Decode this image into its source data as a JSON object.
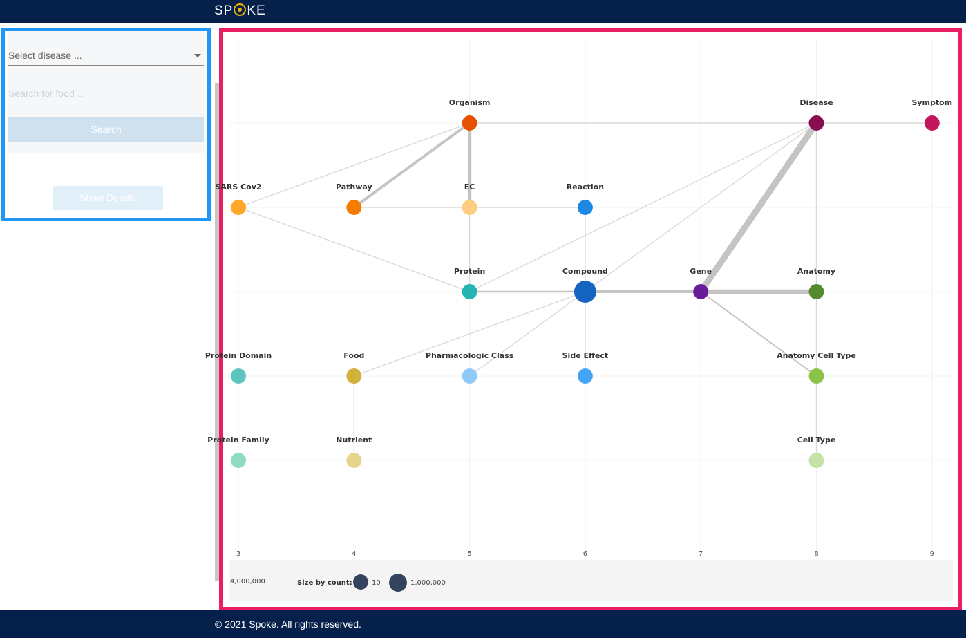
{
  "header": {
    "logo_text_left": "SP",
    "logo_text_right": "KE"
  },
  "sidebar": {
    "disease_select": {
      "selected": "Select disease ..."
    },
    "food_search": {
      "placeholder": "Search for food ..."
    },
    "search_label": "Search",
    "details_label": "Show Details",
    "border_color": "#2196f3"
  },
  "graph": {
    "border_color": "#e91e63",
    "x_ticks": [
      "3",
      "4",
      "5",
      "6",
      "7",
      "8",
      "9"
    ],
    "nodes": [
      {
        "id": "organism",
        "label": "Organism",
        "x": 5,
        "y": 0,
        "color": "#e65100",
        "size": "small"
      },
      {
        "id": "disease",
        "label": "Disease",
        "x": 8,
        "y": 0,
        "color": "#880e4f",
        "size": "small"
      },
      {
        "id": "symptom",
        "label": "Symptom",
        "x": 9,
        "y": 0,
        "color": "#c2185b",
        "size": "small"
      },
      {
        "id": "sars",
        "label": "SARS Cov2",
        "x": 3,
        "y": 1,
        "color": "#ffa726",
        "size": "small"
      },
      {
        "id": "pathway",
        "label": "Pathway",
        "x": 4,
        "y": 1,
        "color": "#f57c00",
        "size": "small"
      },
      {
        "id": "ec",
        "label": "EC",
        "x": 5,
        "y": 1,
        "color": "#ffcc80",
        "size": "small"
      },
      {
        "id": "reaction",
        "label": "Reaction",
        "x": 6,
        "y": 1,
        "color": "#1e88e5",
        "size": "small"
      },
      {
        "id": "protein",
        "label": "Protein",
        "x": 5,
        "y": 2,
        "color": "#26b5b0",
        "size": "small"
      },
      {
        "id": "compound",
        "label": "Compound",
        "x": 6,
        "y": 2,
        "color": "#1565c0",
        "size": "large"
      },
      {
        "id": "gene",
        "label": "Gene",
        "x": 7,
        "y": 2,
        "color": "#6a1b9a",
        "size": "small"
      },
      {
        "id": "anatomy",
        "label": "Anatomy",
        "x": 8,
        "y": 2,
        "color": "#558b2f",
        "size": "small"
      },
      {
        "id": "proteindomain",
        "label": "Protein Domain",
        "x": 3,
        "y": 3,
        "color": "#5ec4c0",
        "size": "small"
      },
      {
        "id": "food",
        "label": "Food",
        "x": 4,
        "y": 3,
        "color": "#d4b13a",
        "size": "small"
      },
      {
        "id": "pharm",
        "label": "Pharmacologic Class",
        "x": 5,
        "y": 3,
        "color": "#90caf9",
        "size": "small"
      },
      {
        "id": "sideeffect",
        "label": "Side Effect",
        "x": 6,
        "y": 3,
        "color": "#42a5f5",
        "size": "small"
      },
      {
        "id": "anatomycell",
        "label": "Anatomy Cell Type",
        "x": 8,
        "y": 3,
        "color": "#8bc34a",
        "size": "small"
      },
      {
        "id": "proteinfamily",
        "label": "Protein Family",
        "x": 3,
        "y": 4,
        "color": "#8fdcc0",
        "size": "small"
      },
      {
        "id": "nutrient",
        "label": "Nutrient",
        "x": 4,
        "y": 4,
        "color": "#e6d38e",
        "size": "small"
      },
      {
        "id": "celltype",
        "label": "Cell Type",
        "x": 8,
        "y": 4,
        "color": "#c5e1a5",
        "size": "small"
      }
    ],
    "edges": [
      {
        "from": "organism",
        "to": "disease",
        "weight": 1
      },
      {
        "from": "disease",
        "to": "symptom",
        "weight": 1
      },
      {
        "from": "organism",
        "to": "sars",
        "weight": 1
      },
      {
        "from": "organism",
        "to": "pathway",
        "weight": 3
      },
      {
        "from": "organism",
        "to": "ec",
        "weight": 4
      },
      {
        "from": "pathway",
        "to": "ec",
        "weight": 1
      },
      {
        "from": "ec",
        "to": "reaction",
        "weight": 1
      },
      {
        "from": "ec",
        "to": "protein",
        "weight": 1
      },
      {
        "from": "sars",
        "to": "protein",
        "weight": 1
      },
      {
        "from": "reaction",
        "to": "compound",
        "weight": 1
      },
      {
        "from": "protein",
        "to": "compound",
        "weight": 2
      },
      {
        "from": "compound",
        "to": "gene",
        "weight": 3
      },
      {
        "from": "gene",
        "to": "anatomy",
        "weight": 5
      },
      {
        "from": "gene",
        "to": "disease",
        "weight": 7
      },
      {
        "from": "gene",
        "to": "anatomycell",
        "weight": 1.5
      },
      {
        "from": "protein",
        "to": "disease",
        "weight": 1
      },
      {
        "from": "compound",
        "to": "disease",
        "weight": 1
      },
      {
        "from": "disease",
        "to": "anatomy",
        "weight": 1
      },
      {
        "from": "anatomy",
        "to": "anatomycell",
        "weight": 1
      },
      {
        "from": "anatomycell",
        "to": "celltype",
        "weight": 1
      },
      {
        "from": "compound",
        "to": "food",
        "weight": 1
      },
      {
        "from": "compound",
        "to": "pharm",
        "weight": 1
      },
      {
        "from": "compound",
        "to": "sideeffect",
        "weight": 1
      },
      {
        "from": "food",
        "to": "nutrient",
        "weight": 1
      }
    ],
    "legend": {
      "left_value": "4,000,000",
      "size_title": "Size by count:",
      "small_value": "10",
      "large_value": "1,000,000",
      "dot_color": "#34435e"
    }
  },
  "footer": {
    "copyright": "© 2021 Spoke. All rights reserved."
  }
}
